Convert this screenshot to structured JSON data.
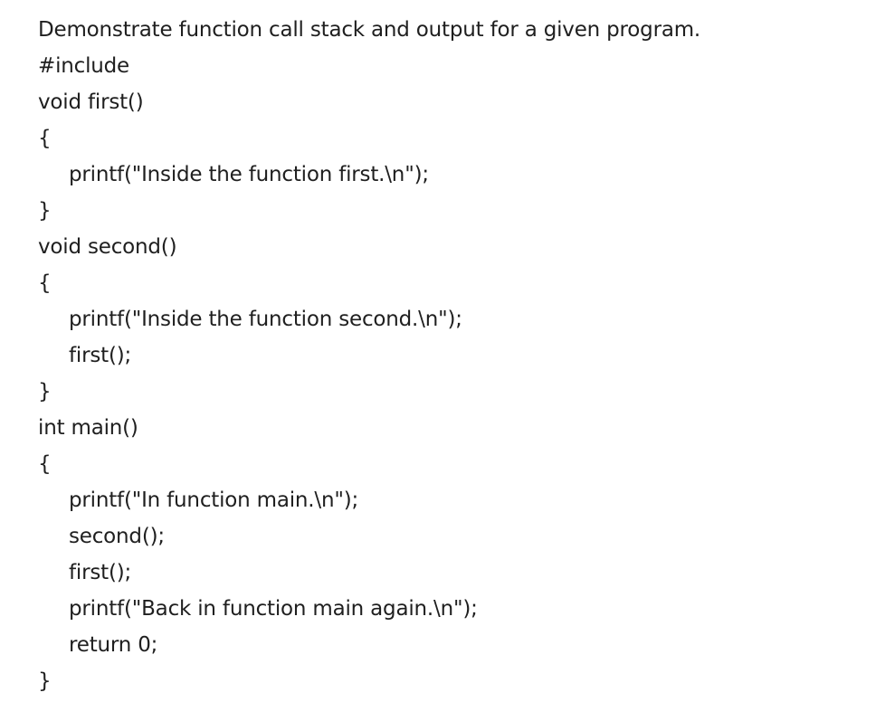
{
  "document": {
    "question": "Demonstrate function call stack and output for a given program.",
    "code_lines": [
      {
        "text": "#include",
        "indent": false
      },
      {
        "text": "void first()",
        "indent": false
      },
      {
        "text": "{",
        "indent": false
      },
      {
        "text": "printf(\"Inside the function first.\\n\");",
        "indent": true
      },
      {
        "text": "}",
        "indent": false
      },
      {
        "text": "void second()",
        "indent": false
      },
      {
        "text": "{",
        "indent": false
      },
      {
        "text": "printf(\"Inside the function second.\\n\");",
        "indent": true
      },
      {
        "text": "first();",
        "indent": true
      },
      {
        "text": "}",
        "indent": false
      },
      {
        "text": "int main()",
        "indent": false
      },
      {
        "text": "{",
        "indent": false
      },
      {
        "text": "printf(\"In function main.\\n\");",
        "indent": true
      },
      {
        "text": "second();",
        "indent": true
      },
      {
        "text": "first();",
        "indent": true
      },
      {
        "text": "printf(\"Back in function main again.\\n\");",
        "indent": true
      },
      {
        "text": "return 0;",
        "indent": true
      },
      {
        "text": "}",
        "indent": false
      }
    ]
  }
}
